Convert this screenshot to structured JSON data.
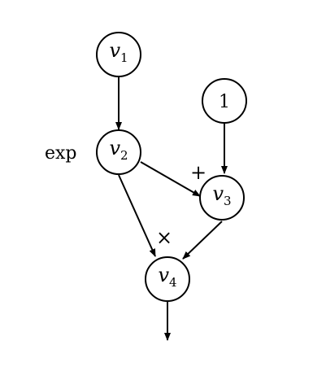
{
  "nodes": {
    "v1": {
      "var": "v",
      "sub": "1"
    },
    "one": {
      "label": "1"
    },
    "v2": {
      "var": "v",
      "sub": "2"
    },
    "v3": {
      "var": "v",
      "sub": "3"
    },
    "v4": {
      "var": "v",
      "sub": "4"
    }
  },
  "operations": {
    "v2": "exp",
    "v3": "+",
    "v4": "×"
  },
  "edges": [
    {
      "from": "v1",
      "to": "v2"
    },
    {
      "from": "one",
      "to": "v3"
    },
    {
      "from": "v2",
      "to": "v3"
    },
    {
      "from": "v2",
      "to": "v4"
    },
    {
      "from": "v3",
      "to": "v4"
    },
    {
      "from": "v4",
      "to": "output"
    }
  ]
}
